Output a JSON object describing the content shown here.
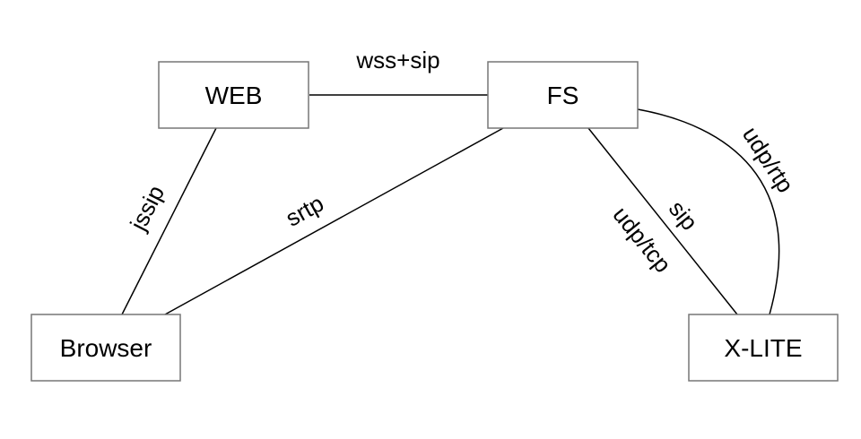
{
  "nodes": {
    "web": "WEB",
    "fs": "FS",
    "browser": "Browser",
    "xlite": "X-LITE"
  },
  "edges": {
    "web_fs": "wss+sip",
    "web_browser": "jssip",
    "fs_browser": "srtp",
    "fs_xlite_sip": "sip",
    "fs_xlite_transport": "udp/tcp",
    "fs_xlite_media": "udp/rtp"
  },
  "colors": {
    "box_border": "#777777",
    "line": "#000000",
    "text": "#000000"
  }
}
